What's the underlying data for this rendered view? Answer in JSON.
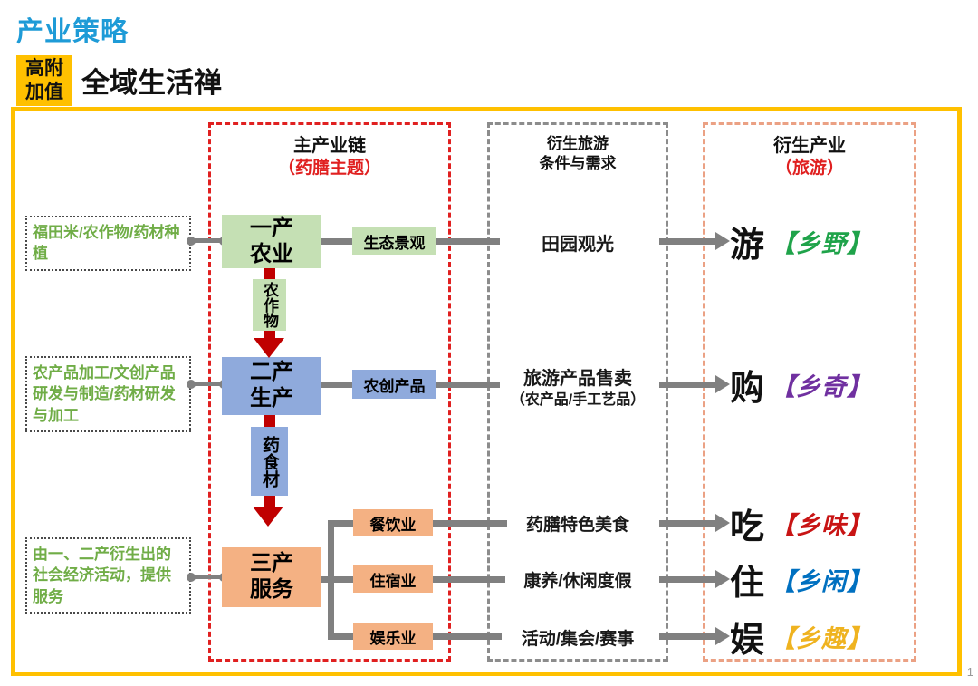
{
  "header": {
    "title": "产业策略",
    "badge_line1": "高附",
    "badge_line2": "加值",
    "subtitle": "全域生活禅",
    "page_number": "1"
  },
  "colors": {
    "title_blue": "#1E9BD7",
    "accent_yellow": "#FFC000",
    "note_green": "#70AD47",
    "agriculture_green": "#C5E0B4",
    "production_blue": "#8FAADC",
    "service_orange": "#F4B183",
    "arrow_red": "#C00000",
    "connector_gray": "#808080",
    "main_column_border": "#E02020",
    "tourism_column_border": "#8C8C8C",
    "derived_column_border": "#EBA184"
  },
  "columns": {
    "main": {
      "title": "主产业链",
      "subtitle": "（药膳主题）"
    },
    "tourism": {
      "title_line1": "衍生旅游",
      "title_line2": "条件与需求"
    },
    "derived": {
      "title": "衍生产业",
      "subtitle": "（旅游）"
    }
  },
  "left_notes": [
    {
      "text": "福田米/农作物/药材种植"
    },
    {
      "text": "农产品加工/文创产品研发与制造/药材研发与加工"
    },
    {
      "text": "由一、二产衍生出的社会经济活动，提供服务"
    }
  ],
  "chain": {
    "primary": {
      "line1": "一产",
      "line2": "农业",
      "flow_label": "农作物",
      "side_label": "生态景观"
    },
    "secondary": {
      "line1": "二产",
      "line2": "生产",
      "flow_label": "药食材",
      "side_label": "农创产品"
    },
    "tertiary": {
      "line1": "三产",
      "line2": "服务",
      "side_labels": [
        {
          "text": "餐饮业"
        },
        {
          "text": "住宿业"
        },
        {
          "text": "娱乐业"
        }
      ]
    }
  },
  "tourism_items": [
    {
      "label": "田园观光"
    },
    {
      "label": "旅游产品售卖",
      "sublabel": "（农产品/手工艺品）"
    },
    {
      "label": "药膳特色美食"
    },
    {
      "label": "康养/休闲度假"
    },
    {
      "label": "活动/集会/赛事"
    }
  ],
  "derived_items": [
    {
      "char": "游",
      "bracket": "【乡野】",
      "color": "#1FA34A"
    },
    {
      "char": "购",
      "bracket": "【乡奇】",
      "color": "#7030A0"
    },
    {
      "char": "吃",
      "bracket": "【乡味】",
      "color": "#C81414"
    },
    {
      "char": "住",
      "bracket": "【乡闲】",
      "color": "#0070C0"
    },
    {
      "char": "娱",
      "bracket": "【乡趣】",
      "color": "#EFB320"
    }
  ]
}
